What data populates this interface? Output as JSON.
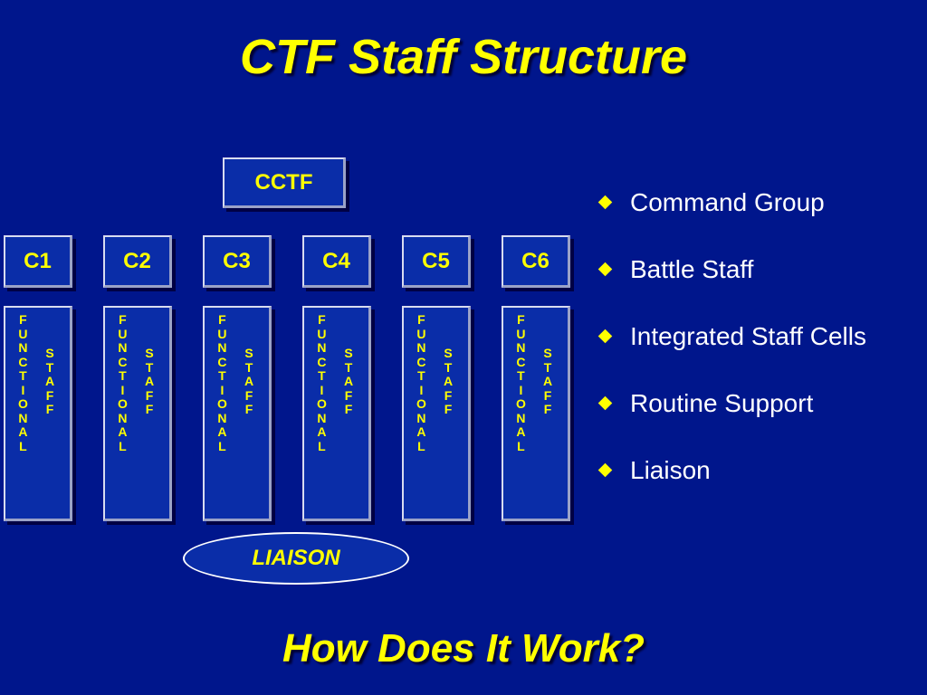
{
  "title": "CTF Staff Structure",
  "subtitle": "How Does It Work?",
  "org": {
    "top": "CCTF",
    "staff_sections": [
      "C1",
      "C2",
      "C3",
      "C4",
      "C5",
      "C6"
    ],
    "column_text_long": "FUNCTIONAL",
    "column_text_short": "STAFF",
    "liaison": "LIAISON"
  },
  "bullets": [
    "Command Group",
    "Battle Staff",
    "Integrated Staff Cells",
    "Routine Support",
    "Liaison"
  ],
  "colors": {
    "background": "#00168c",
    "box_fill": "#0a2da8",
    "text_yellow": "#ffff00",
    "text_white": "#ffffff"
  }
}
